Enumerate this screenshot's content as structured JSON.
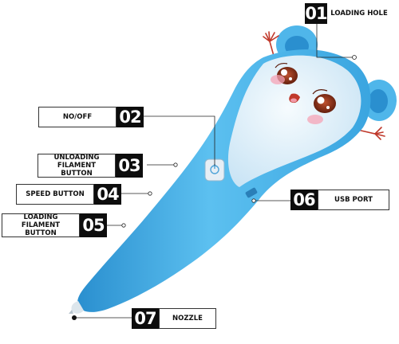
{
  "callouts": [
    {
      "num": "01",
      "label": "LOADING HOLE"
    },
    {
      "num": "02",
      "label": "NO/OFF"
    },
    {
      "num": "03",
      "label": "UNLOADING FILAMENT BUTTON"
    },
    {
      "num": "04",
      "label": "SPEED BUTTON"
    },
    {
      "num": "05",
      "label": "LOADING FILAMENT BUTTON"
    },
    {
      "num": "06",
      "label": "USB PORT"
    },
    {
      "num": "07",
      "label": "NOZZLE"
    }
  ],
  "colors": {
    "pen_blue": "#4fb6ea",
    "pen_dark_blue": "#2a8fcf",
    "face_white": "#eef6fb",
    "number_bg": "#0d0d0d",
    "cheek_pink": "#f5a3b5",
    "eye_brown": "#7a2a14"
  }
}
